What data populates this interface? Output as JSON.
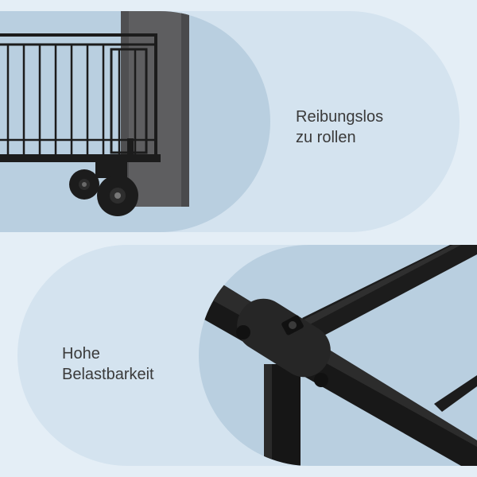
{
  "features": [
    {
      "caption_lines": [
        "Reibungslos",
        "zu rollen"
      ],
      "image": "rolling-basket-wheels-photo"
    },
    {
      "caption_lines": [
        "Hohe",
        "Belastbarkeit"
      ],
      "image": "metal-frame-joint-photo"
    }
  ],
  "colors": {
    "background": "#e4eef6",
    "panel": "#d4e3ef",
    "photo_backdrop": "#b9cfe0",
    "text": "#3a3a3a",
    "metal": "#1c1c1c",
    "fabric": "#5e5e60"
  }
}
